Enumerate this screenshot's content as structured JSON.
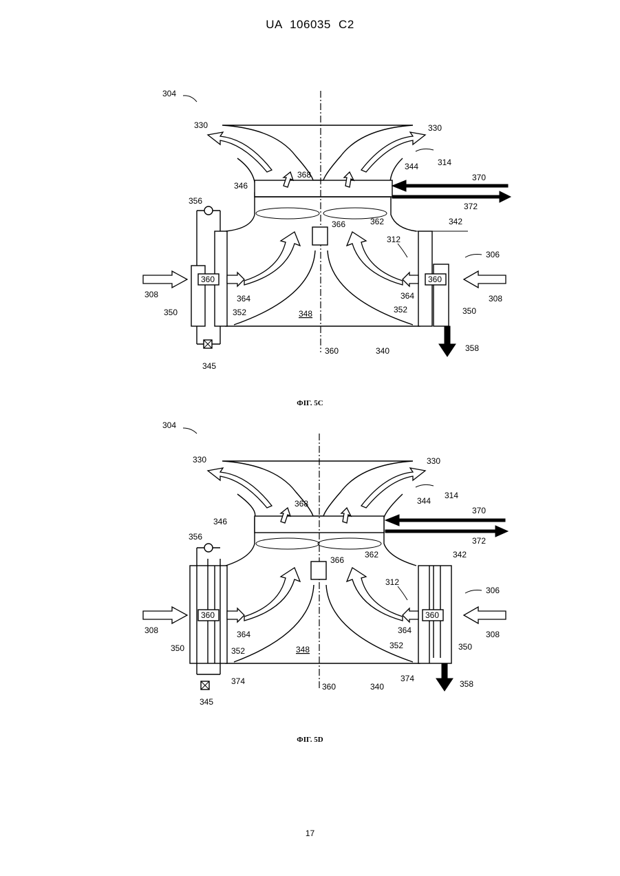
{
  "header": {
    "text": "UA   106035   C2"
  },
  "figures": [
    {
      "caption": "ФІГ. 5С",
      "labels": {
        "l304": "304",
        "l330a": "330",
        "l330b": "330",
        "l314": "314",
        "l344": "344",
        "l368": "368",
        "l370": "370",
        "l346": "346",
        "l372": "372",
        "l356": "356",
        "l366": "366",
        "l362": "362",
        "l342": "342",
        "l312": "312",
        "l306": "306",
        "l308a": "308",
        "l360a": "360",
        "l360b": "360",
        "l308b": "308",
        "l364a": "364",
        "l364b": "364",
        "l350a": "350",
        "l352a": "352",
        "l348": "348",
        "l352b": "352",
        "l350b": "350",
        "l360c": "360",
        "l340": "340",
        "l358": "358",
        "l345": "345"
      }
    },
    {
      "caption": "ФІГ. 5D",
      "labels": {
        "l304": "304",
        "l330a": "330",
        "l330b": "330",
        "l314": "314",
        "l344": "344",
        "l368": "368",
        "l370": "370",
        "l346": "346",
        "l372": "372",
        "l356": "356",
        "l366": "366",
        "l362": "362",
        "l342": "342",
        "l312": "312",
        "l306": "306",
        "l308a": "308",
        "l360a": "360",
        "l360b": "360",
        "l308b": "308",
        "l364a": "364",
        "l364b": "364",
        "l350a": "350",
        "l352a": "352",
        "l348": "348",
        "l352b": "352",
        "l350b": "350",
        "l374a": "374",
        "l374b": "374",
        "l360c": "360",
        "l340": "340",
        "l358": "358",
        "l345": "345"
      }
    }
  ],
  "page_number": "17"
}
